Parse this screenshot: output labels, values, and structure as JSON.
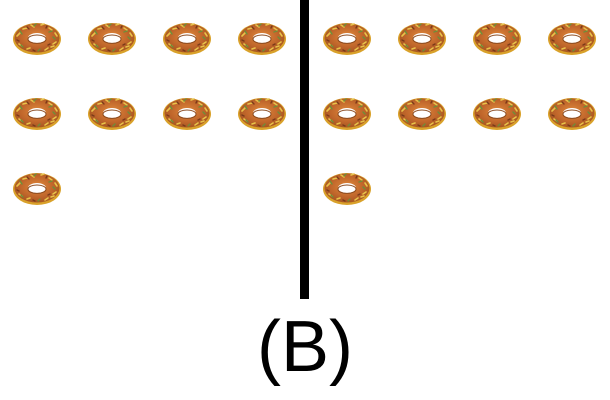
{
  "label": "(B)",
  "groups": [
    {
      "name": "left",
      "count": 9
    },
    {
      "name": "right",
      "count": 9
    }
  ],
  "icon": "donut-icon",
  "colors": {
    "donut_body": "#c0662b",
    "donut_edge": "#d9a12a",
    "sprinkles": [
      "#e8c34a",
      "#6b8f3a",
      "#8a4a2a"
    ],
    "divider": "#000000"
  }
}
